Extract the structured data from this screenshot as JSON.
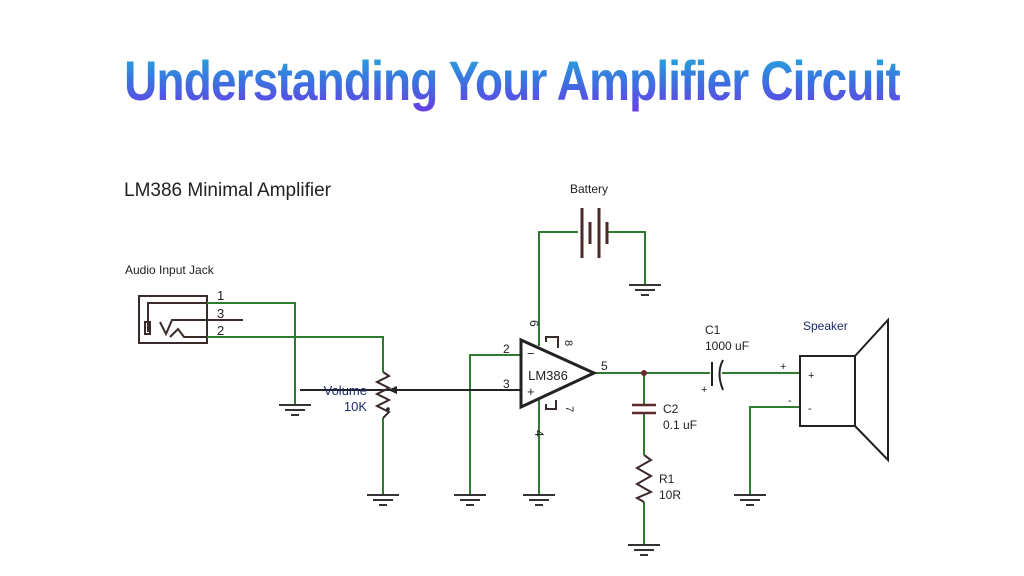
{
  "title": "Understanding Your Amplifier Circuit",
  "diagram": {
    "heading": "LM386 Minimal Amplifier",
    "jack_label": "Audio Input Jack",
    "jack_pins": [
      "1",
      "3",
      "2"
    ],
    "volume_label": "Volume",
    "volume_value": "10K",
    "battery_label": "Battery",
    "ic_label": "LM386",
    "ic_pins": {
      "p2": "2",
      "p3": "3",
      "p4": "4",
      "p5": "5",
      "p6": "6",
      "p7": "7",
      "p8": "8"
    },
    "ic_minus": "−",
    "ic_plus": "+",
    "c1_name": "C1",
    "c1_value": "1000 uF",
    "c2_name": "C2",
    "c2_value": "0.1 uF",
    "r1_name": "R1",
    "r1_value": "10R",
    "speaker_label": "Speaker",
    "speaker_plus": "+",
    "speaker_minus": "-",
    "colors": {
      "wire": "#2f7a2f",
      "component": "#3a2a2a",
      "title_top": "#1fb4d8",
      "title_bottom": "#6a3be6"
    }
  }
}
